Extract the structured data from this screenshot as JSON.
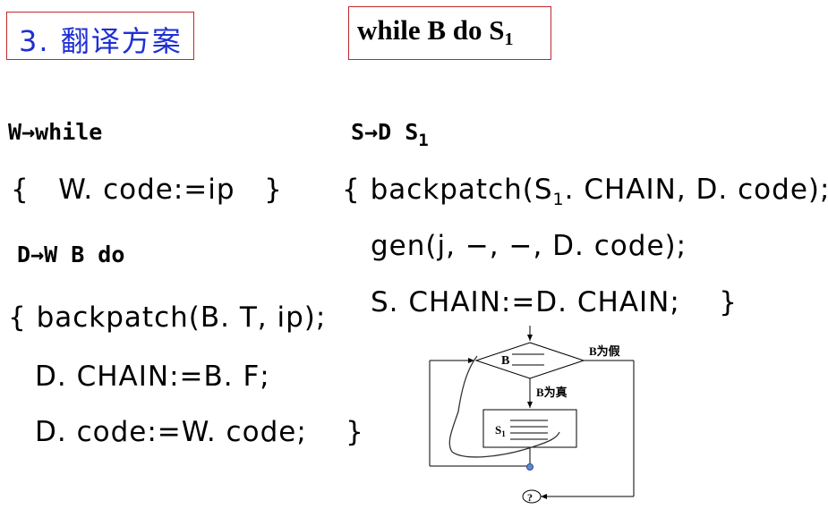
{
  "header": {
    "section_title": "3. 翻译方案",
    "statement": "while B do S",
    "statement_sub": "1"
  },
  "left": {
    "rule1": "W→while",
    "action1": "{   W. code:=ip   }",
    "rule2": "D→W B do",
    "action2_line1": "{ backpatch(B. T, ip);",
    "action2_line2": "D. CHAIN:=B. F;",
    "action2_line3": "D. code:=W. code;    }"
  },
  "right": {
    "rule3": "S→D S",
    "rule3_sub": "1",
    "action3_line1_a": "{ backpatch(S",
    "action3_line1_sub": "1",
    "action3_line1_b": ". CHAIN, D. code);",
    "action3_line2": "gen(j, −, −, D. code);",
    "action3_line3": "S. CHAIN:=D. CHAIN;    }"
  },
  "flowchart": {
    "condition": "B",
    "false_label": "B为假",
    "true_label": "B为真",
    "body": "S",
    "body_sub": "1",
    "exit": "?"
  }
}
